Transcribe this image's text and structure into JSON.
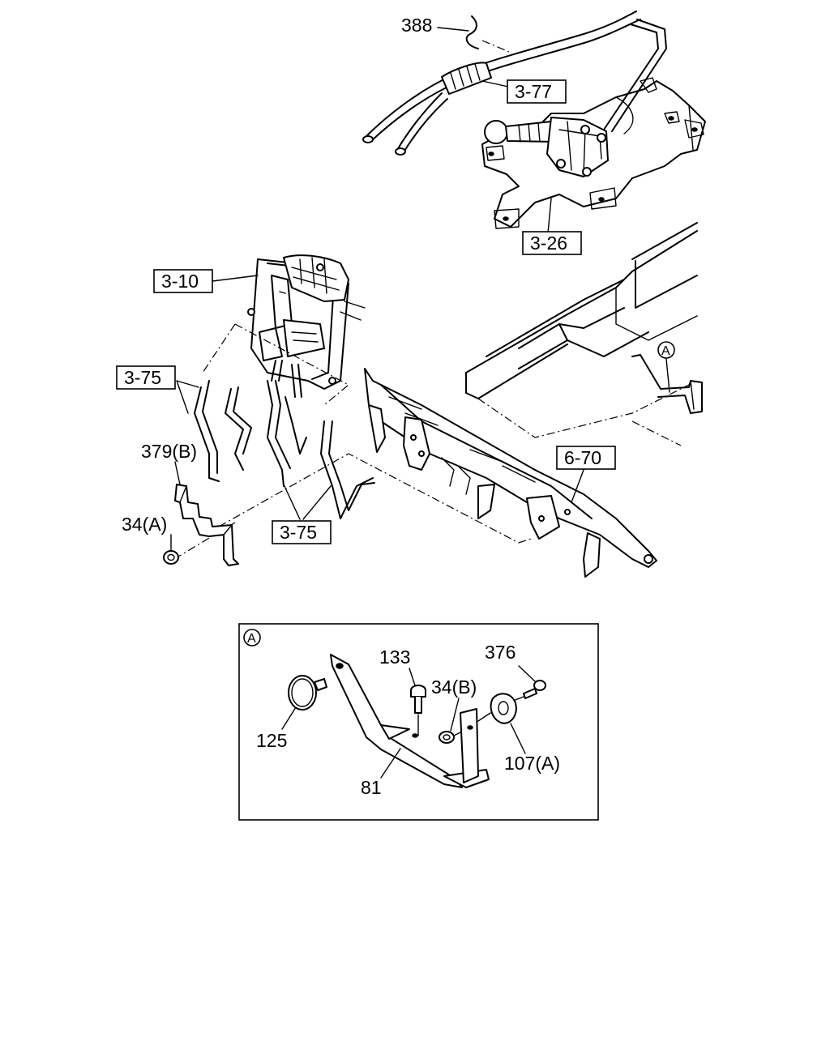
{
  "callouts": {
    "c388": "388",
    "c3_77": "3-77",
    "c3_26": "3-26",
    "c3_10": "3-10",
    "c3_75a": "3-75",
    "c3_75b": "3-75",
    "c379b": "379(B)",
    "c34a": "34(A)",
    "c6_70": "6-70",
    "cA_main": "A"
  },
  "detail": {
    "marker": "A",
    "c133": "133",
    "c376": "376",
    "c34b": "34(B)",
    "c125": "125",
    "c107a": "107(A)",
    "c81": "81"
  }
}
